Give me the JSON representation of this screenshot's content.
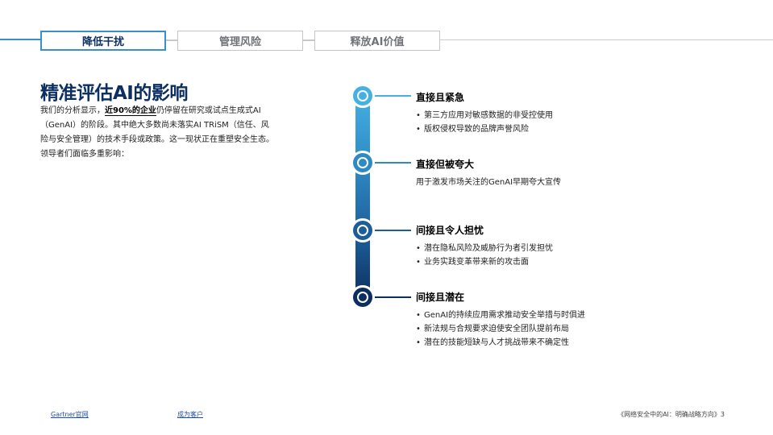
{
  "tabs": [
    {
      "label": "降低干扰",
      "active": true
    },
    {
      "label": "管理风险",
      "active": false
    },
    {
      "label": "释放AI价值",
      "active": false
    }
  ],
  "main": {
    "title": "精准评估AI的影响",
    "intro_before": "我们的分析显示，",
    "intro_bold": "近90%的企业",
    "intro_after": "仍停留在研究或试点生成式AI（GenAI）的阶段。其中绝大多数尚未落实AI TRiSM（信任、风险与安全管理）的技术手段或政策。这一现状正在重塑安全生态。领导者们面临多重影响："
  },
  "timeline": [
    {
      "title": "直接且紧急",
      "bullets": [
        "第三方应用对敏感数据的非受控使用",
        "版权侵权导致的品牌声誉风险"
      ]
    },
    {
      "title": "直接但被夸大",
      "text": "用于激发市场关注的GenAI早期夸大宣传"
    },
    {
      "title": "间接且令人担忧",
      "bullets": [
        "潜在隐私风险及威胁行为者引发担忧",
        "业务实践变革带来新的攻击面"
      ]
    },
    {
      "title": "间接且潜在",
      "bullets": [
        "GenAI的持续应用需求推动安全举措与时俱进",
        "新法规与合规要求迫使安全团队提前布局",
        "潜在的技能短缺与人才挑战带来不确定性"
      ]
    }
  ],
  "colors": {
    "node1": "#45b0e2",
    "node2": "#2e8ac4",
    "node3": "#1d5d98",
    "node4": "#0c2f60"
  },
  "footer": {
    "link1": "Gartner官网",
    "link2": "成为客户",
    "right_text": "《网络安全中的AI：明确战略方向》3"
  }
}
